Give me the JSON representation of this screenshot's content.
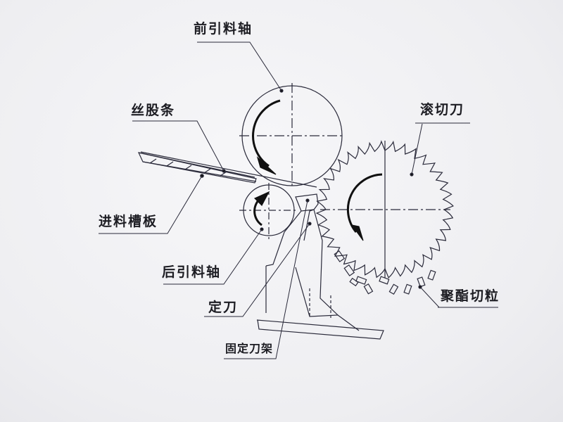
{
  "diagram": {
    "title": "",
    "labels": {
      "front_feed_roller": "前引料轴",
      "strand": "丝股条",
      "rotary_cutter": "滚切刀",
      "feed_trough": "进料槽板",
      "rear_feed_roller": "后引料轴",
      "fixed_knife": "定刀",
      "knife_holder": "固定刀架",
      "pellets": "聚酯切粒"
    },
    "colors": {
      "line": "#2a2a3a",
      "background": "#f3f3f5",
      "text": "#1c1c22"
    }
  }
}
